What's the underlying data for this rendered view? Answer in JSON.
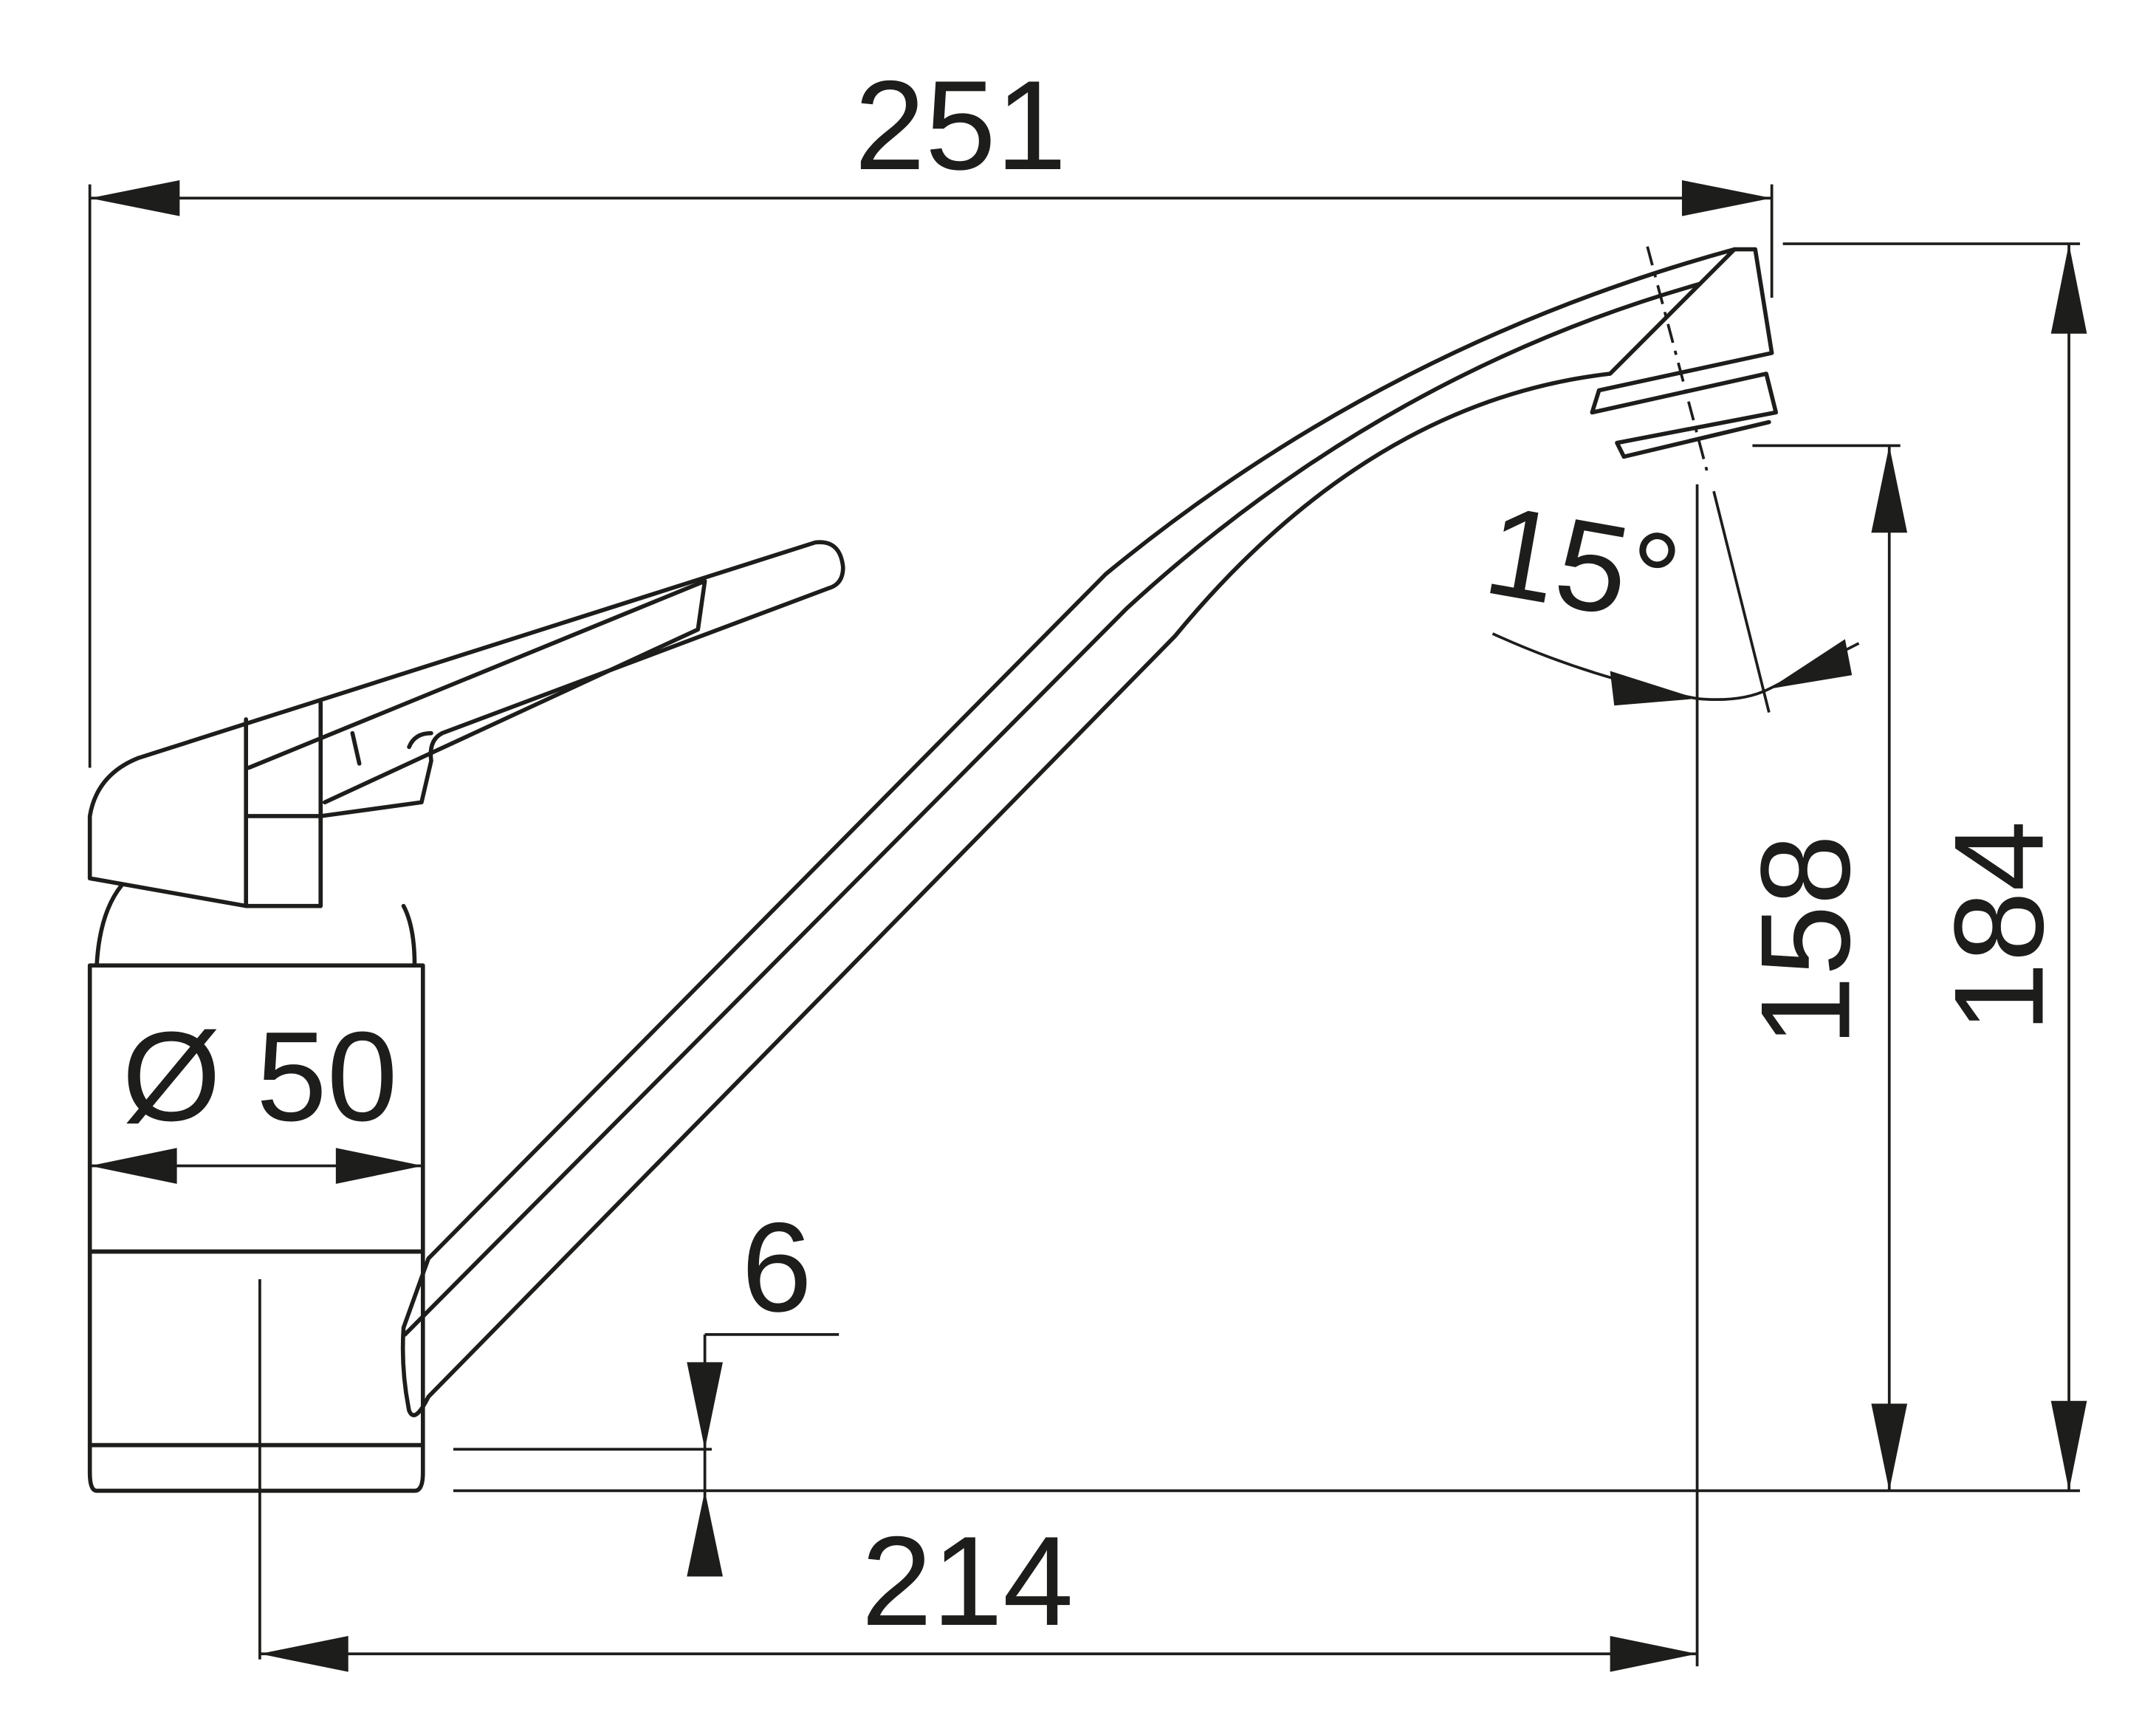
{
  "drawing": {
    "title": "Faucet dimension drawing",
    "line_color": "#1d1d1b",
    "dimensions": {
      "overall_length": "251",
      "spout_reach": "214",
      "overall_height": "184",
      "outlet_height": "158",
      "swivel_angle": "15°",
      "base_thickness": "6",
      "body_diameter": "Ø 50"
    }
  }
}
